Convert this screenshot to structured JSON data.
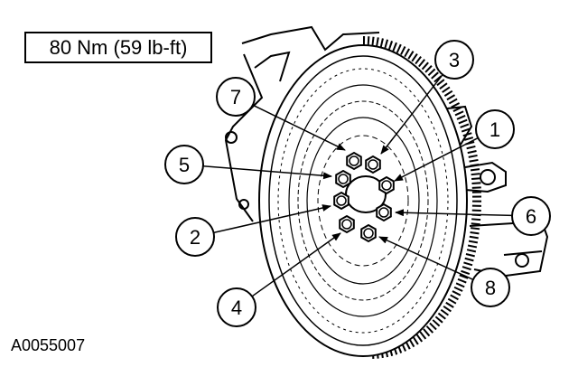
{
  "spec_label": "80 Nm (59 lb-ft)",
  "figure_id": "A0055007",
  "callouts": [
    {
      "label": "1",
      "bolt": "bolt-1"
    },
    {
      "label": "2",
      "bolt": "bolt-2"
    },
    {
      "label": "3",
      "bolt": "bolt-3"
    },
    {
      "label": "4",
      "bolt": "bolt-4"
    },
    {
      "label": "5",
      "bolt": "bolt-5"
    },
    {
      "label": "6",
      "bolt": "bolt-6"
    },
    {
      "label": "7",
      "bolt": "bolt-7"
    },
    {
      "label": "8",
      "bolt": "bolt-8"
    }
  ]
}
